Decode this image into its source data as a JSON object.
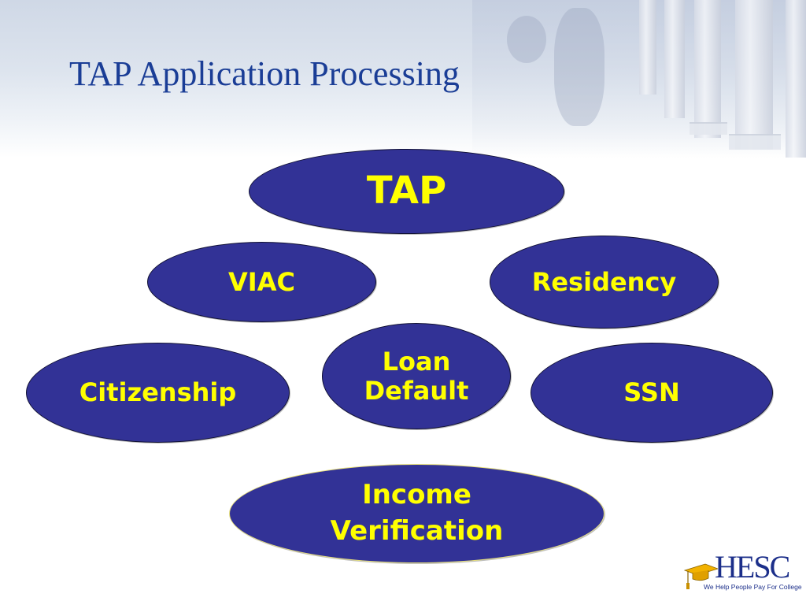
{
  "slide": {
    "title": "TAP Application Processing",
    "colors": {
      "title": "#1a3d96",
      "oval_fill": "#323296",
      "oval_text": "#ffff00",
      "oval_border": "#111133",
      "income_border": "#e8e07a"
    }
  },
  "diagram": {
    "nodes": [
      {
        "id": "tap",
        "label": "TAP"
      },
      {
        "id": "viac",
        "label": "VIAC"
      },
      {
        "id": "residency",
        "label": "Residency"
      },
      {
        "id": "citizenship",
        "label": "Citizenship"
      },
      {
        "id": "loan_default",
        "label": "Loan\nDefault"
      },
      {
        "id": "ssn",
        "label": "SSN"
      },
      {
        "id": "income_verification",
        "label": "Income\nVerification"
      }
    ]
  },
  "logo": {
    "name": "HESC",
    "tagline": "We Help People Pay For College",
    "icon": "graduation-cap-icon"
  }
}
